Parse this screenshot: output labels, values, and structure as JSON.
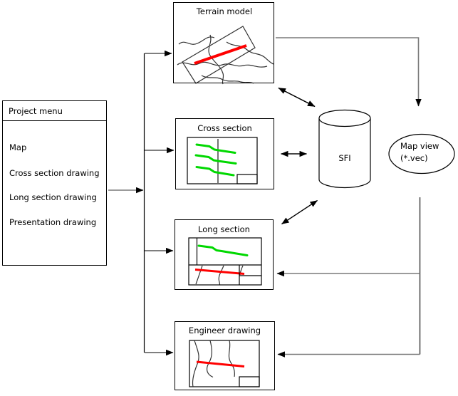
{
  "diagram": {
    "project_menu": {
      "title": "Project menu",
      "items": [
        {
          "label": "Map"
        },
        {
          "label": "Cross section drawing"
        },
        {
          "label": "Long section drawing"
        },
        {
          "label": "Presentation drawing"
        }
      ]
    },
    "nodes": {
      "terrain_model": {
        "label": "Terrain model"
      },
      "cross_section": {
        "label": "Cross section"
      },
      "long_section": {
        "label": "Long section"
      },
      "engineer_drawing": {
        "label": "Engineer drawing"
      },
      "sfi_database": {
        "label": "SFI"
      },
      "map_view": {
        "label_line1": "Map view",
        "label_line2": "(*.vec)"
      }
    },
    "edges": [
      "Project menu -> Terrain model",
      "Project menu -> Cross section",
      "Project menu -> Long section",
      "Project menu -> Engineer drawing",
      "Terrain model -> Map view (*.vec)",
      "Terrain model <-> SFI",
      "Cross section <-> SFI",
      "Long section <-> SFI",
      "Map view (*.vec) -> Long section",
      "Map view (*.vec) -> Engineer drawing"
    ],
    "colors": {
      "alignment_line_red": "#ff0000",
      "profile_line_green": "#00d800",
      "connector_gray": "#7a7a7a",
      "outline_black": "#000000"
    }
  }
}
